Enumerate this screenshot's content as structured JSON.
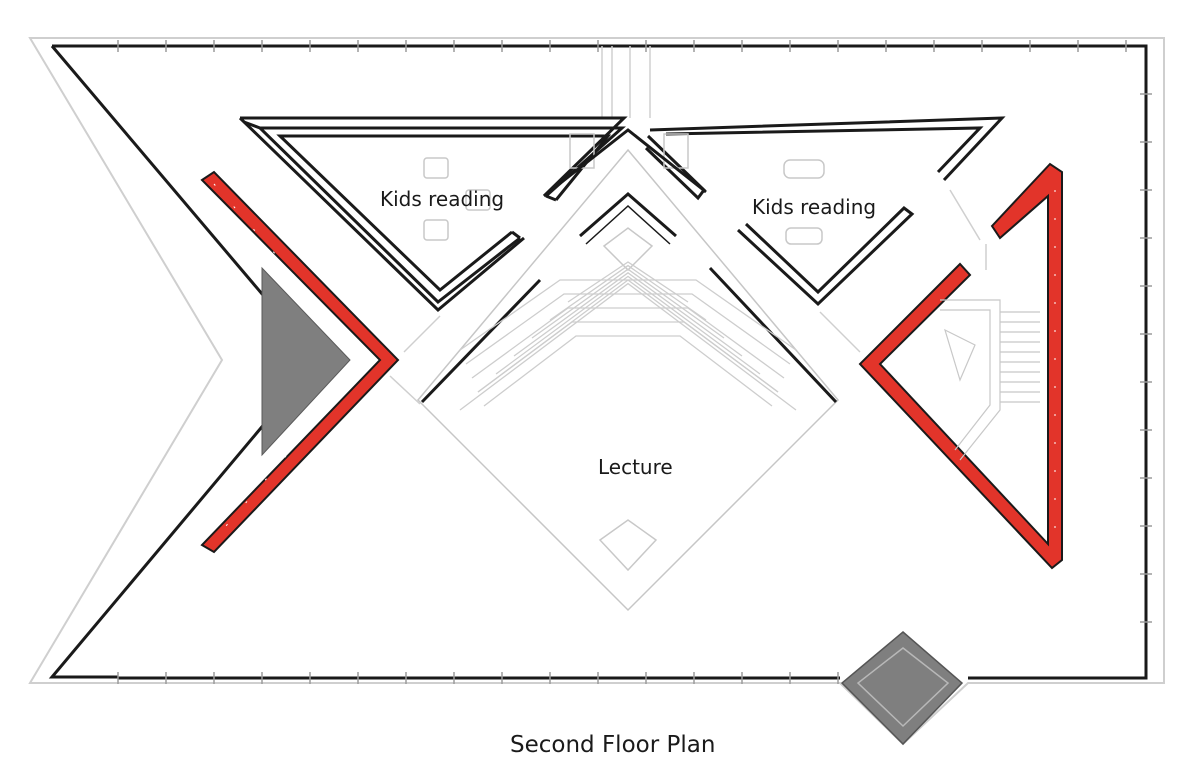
{
  "plan": {
    "title": "Second Floor Plan",
    "rooms": {
      "kids_reading_left": "Kids reading",
      "kids_reading_right": "Kids reading",
      "lecture": "Lecture"
    }
  },
  "colors": {
    "wall": "#1a1a1a",
    "feature_wall": "#e2342a",
    "solid_fill": "#7f7f7f",
    "thin_line": "#c4c4c4",
    "background": "#ffffff"
  }
}
